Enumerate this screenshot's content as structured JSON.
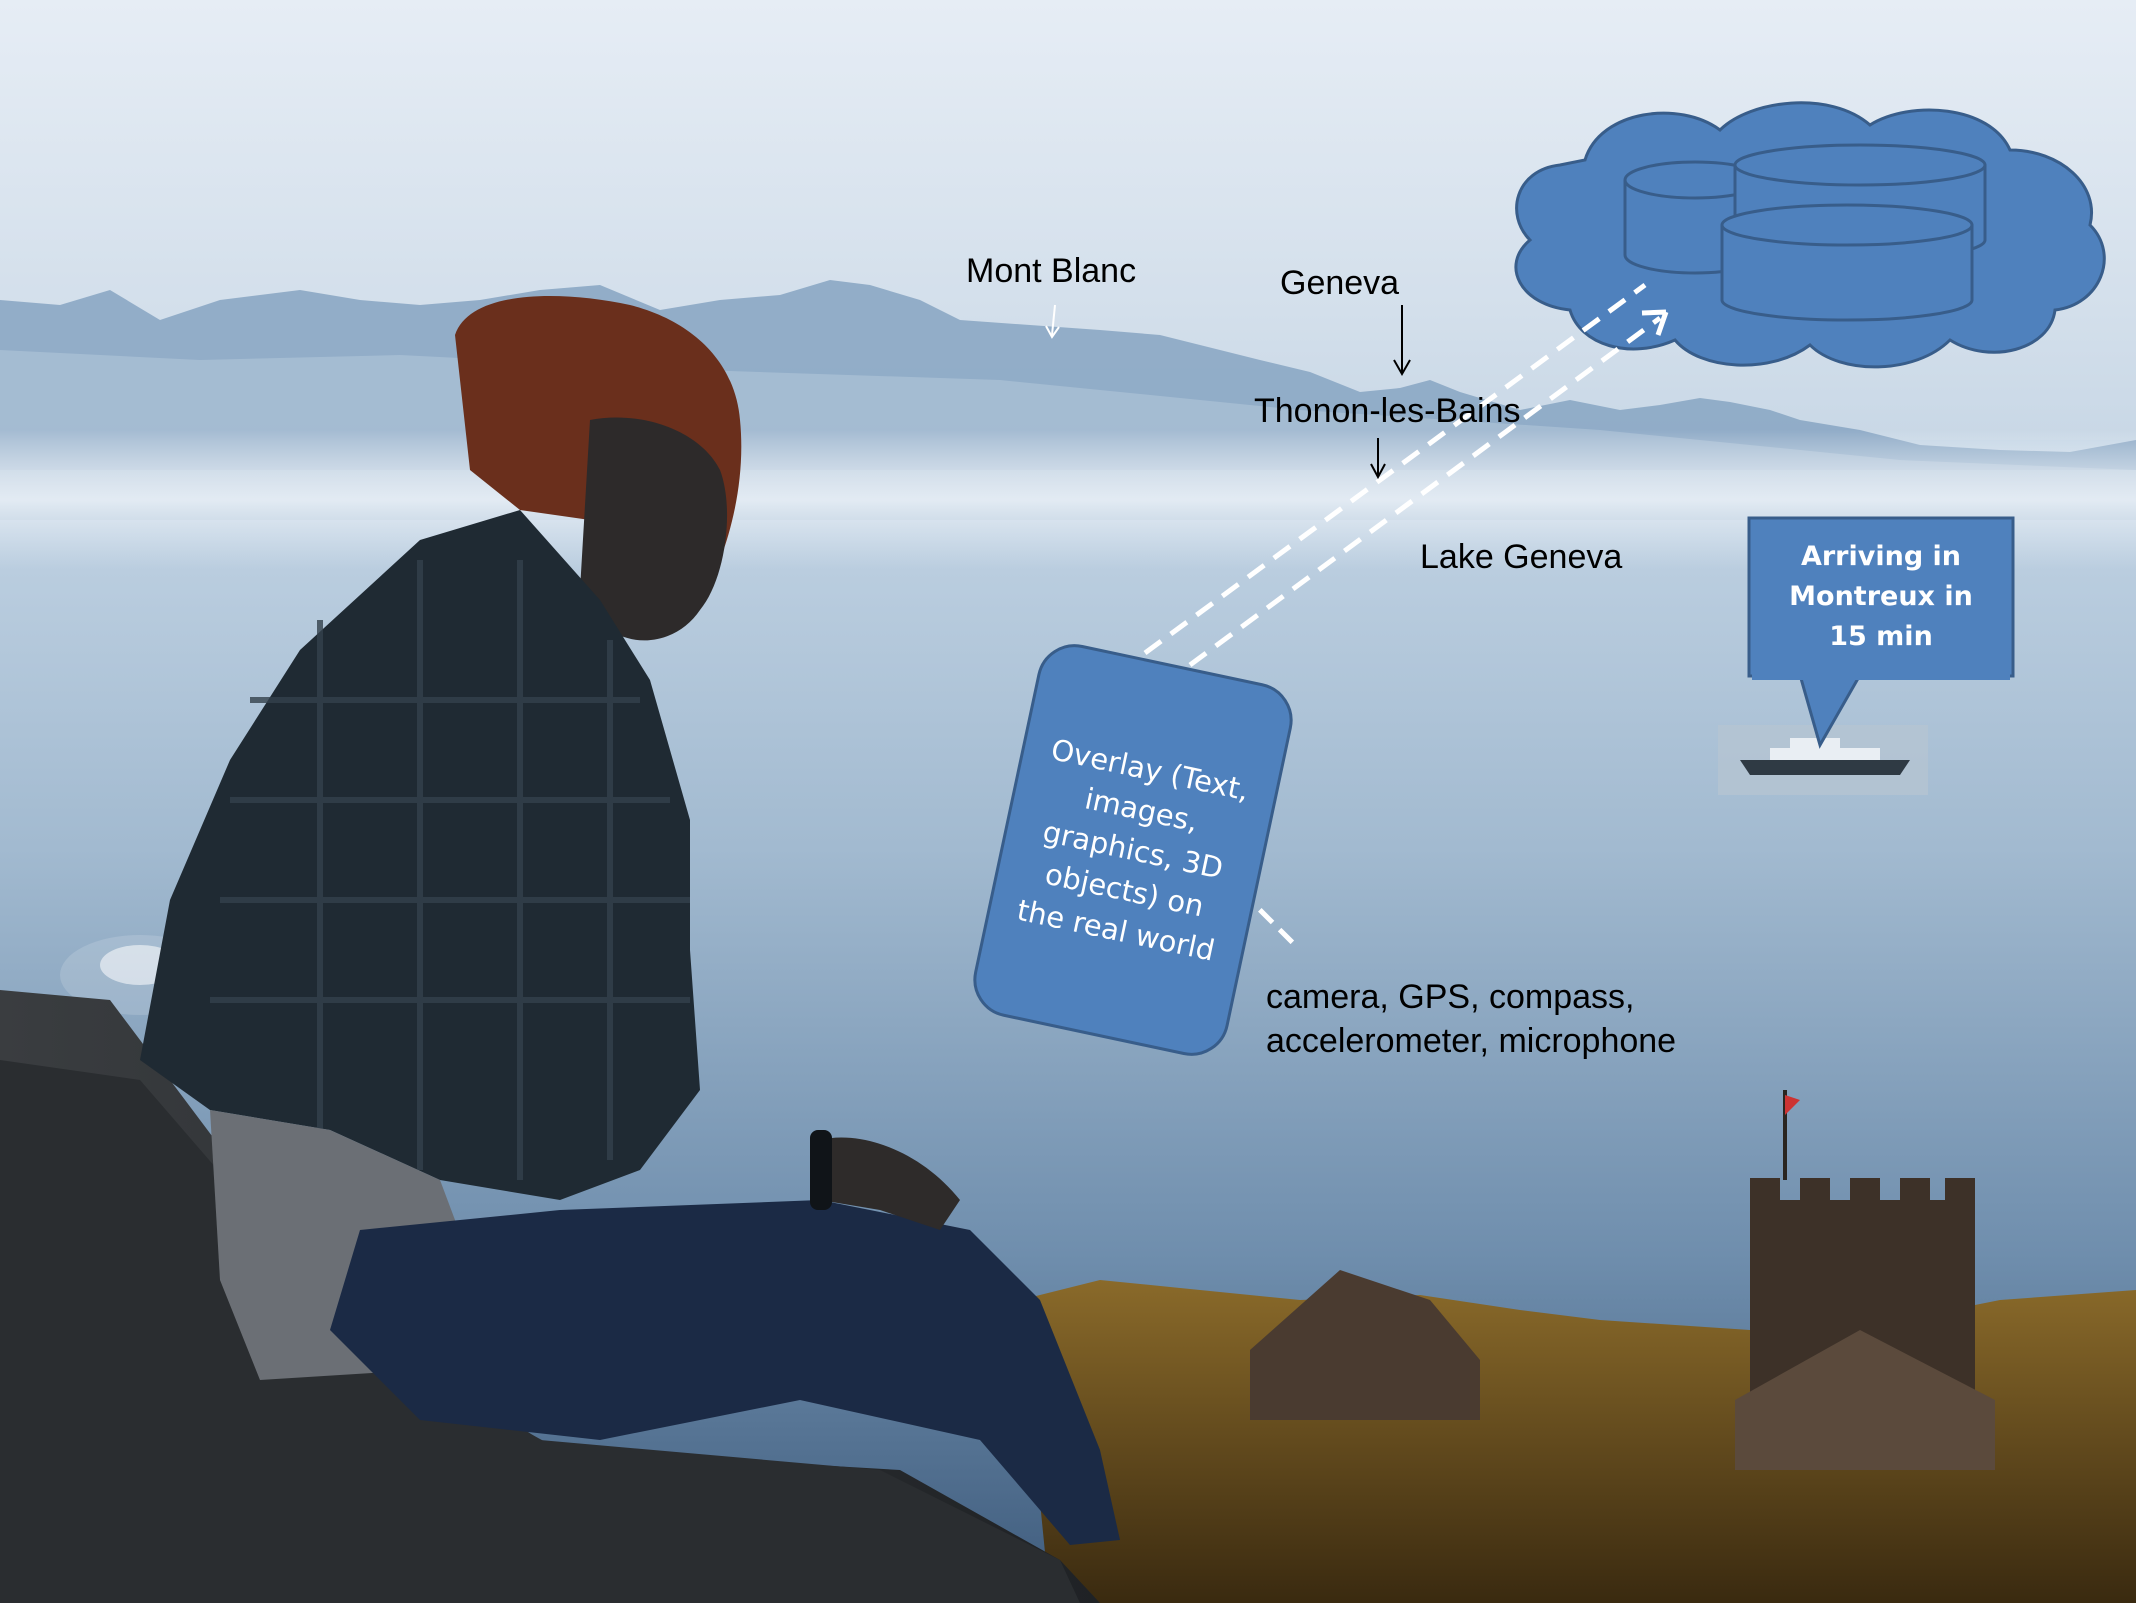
{
  "labels": {
    "mont_blanc": "Mont Blanc",
    "geneva": "Geneva",
    "thonon": "Thonon-les-Bains",
    "lake_geneva": "Lake Geneva",
    "sensors": "camera, GPS, compass, accelerometer, microphone"
  },
  "overlay_box": {
    "text": "Overlay (Text, images, graphics, 3D objects) on the real world"
  },
  "callout": {
    "text": "Arriving in Montreux in 15 min"
  },
  "icons": [
    "cloud-icon",
    "database-icon",
    "ferry-boat-icon",
    "castle-tower-icon"
  ],
  "colors": {
    "shape_fill": "#4f81bd",
    "shape_stroke": "#385d8a",
    "sky_top": "#dfe8f2",
    "lake": "#7f9fbb",
    "foliage": "#7a5a22"
  }
}
